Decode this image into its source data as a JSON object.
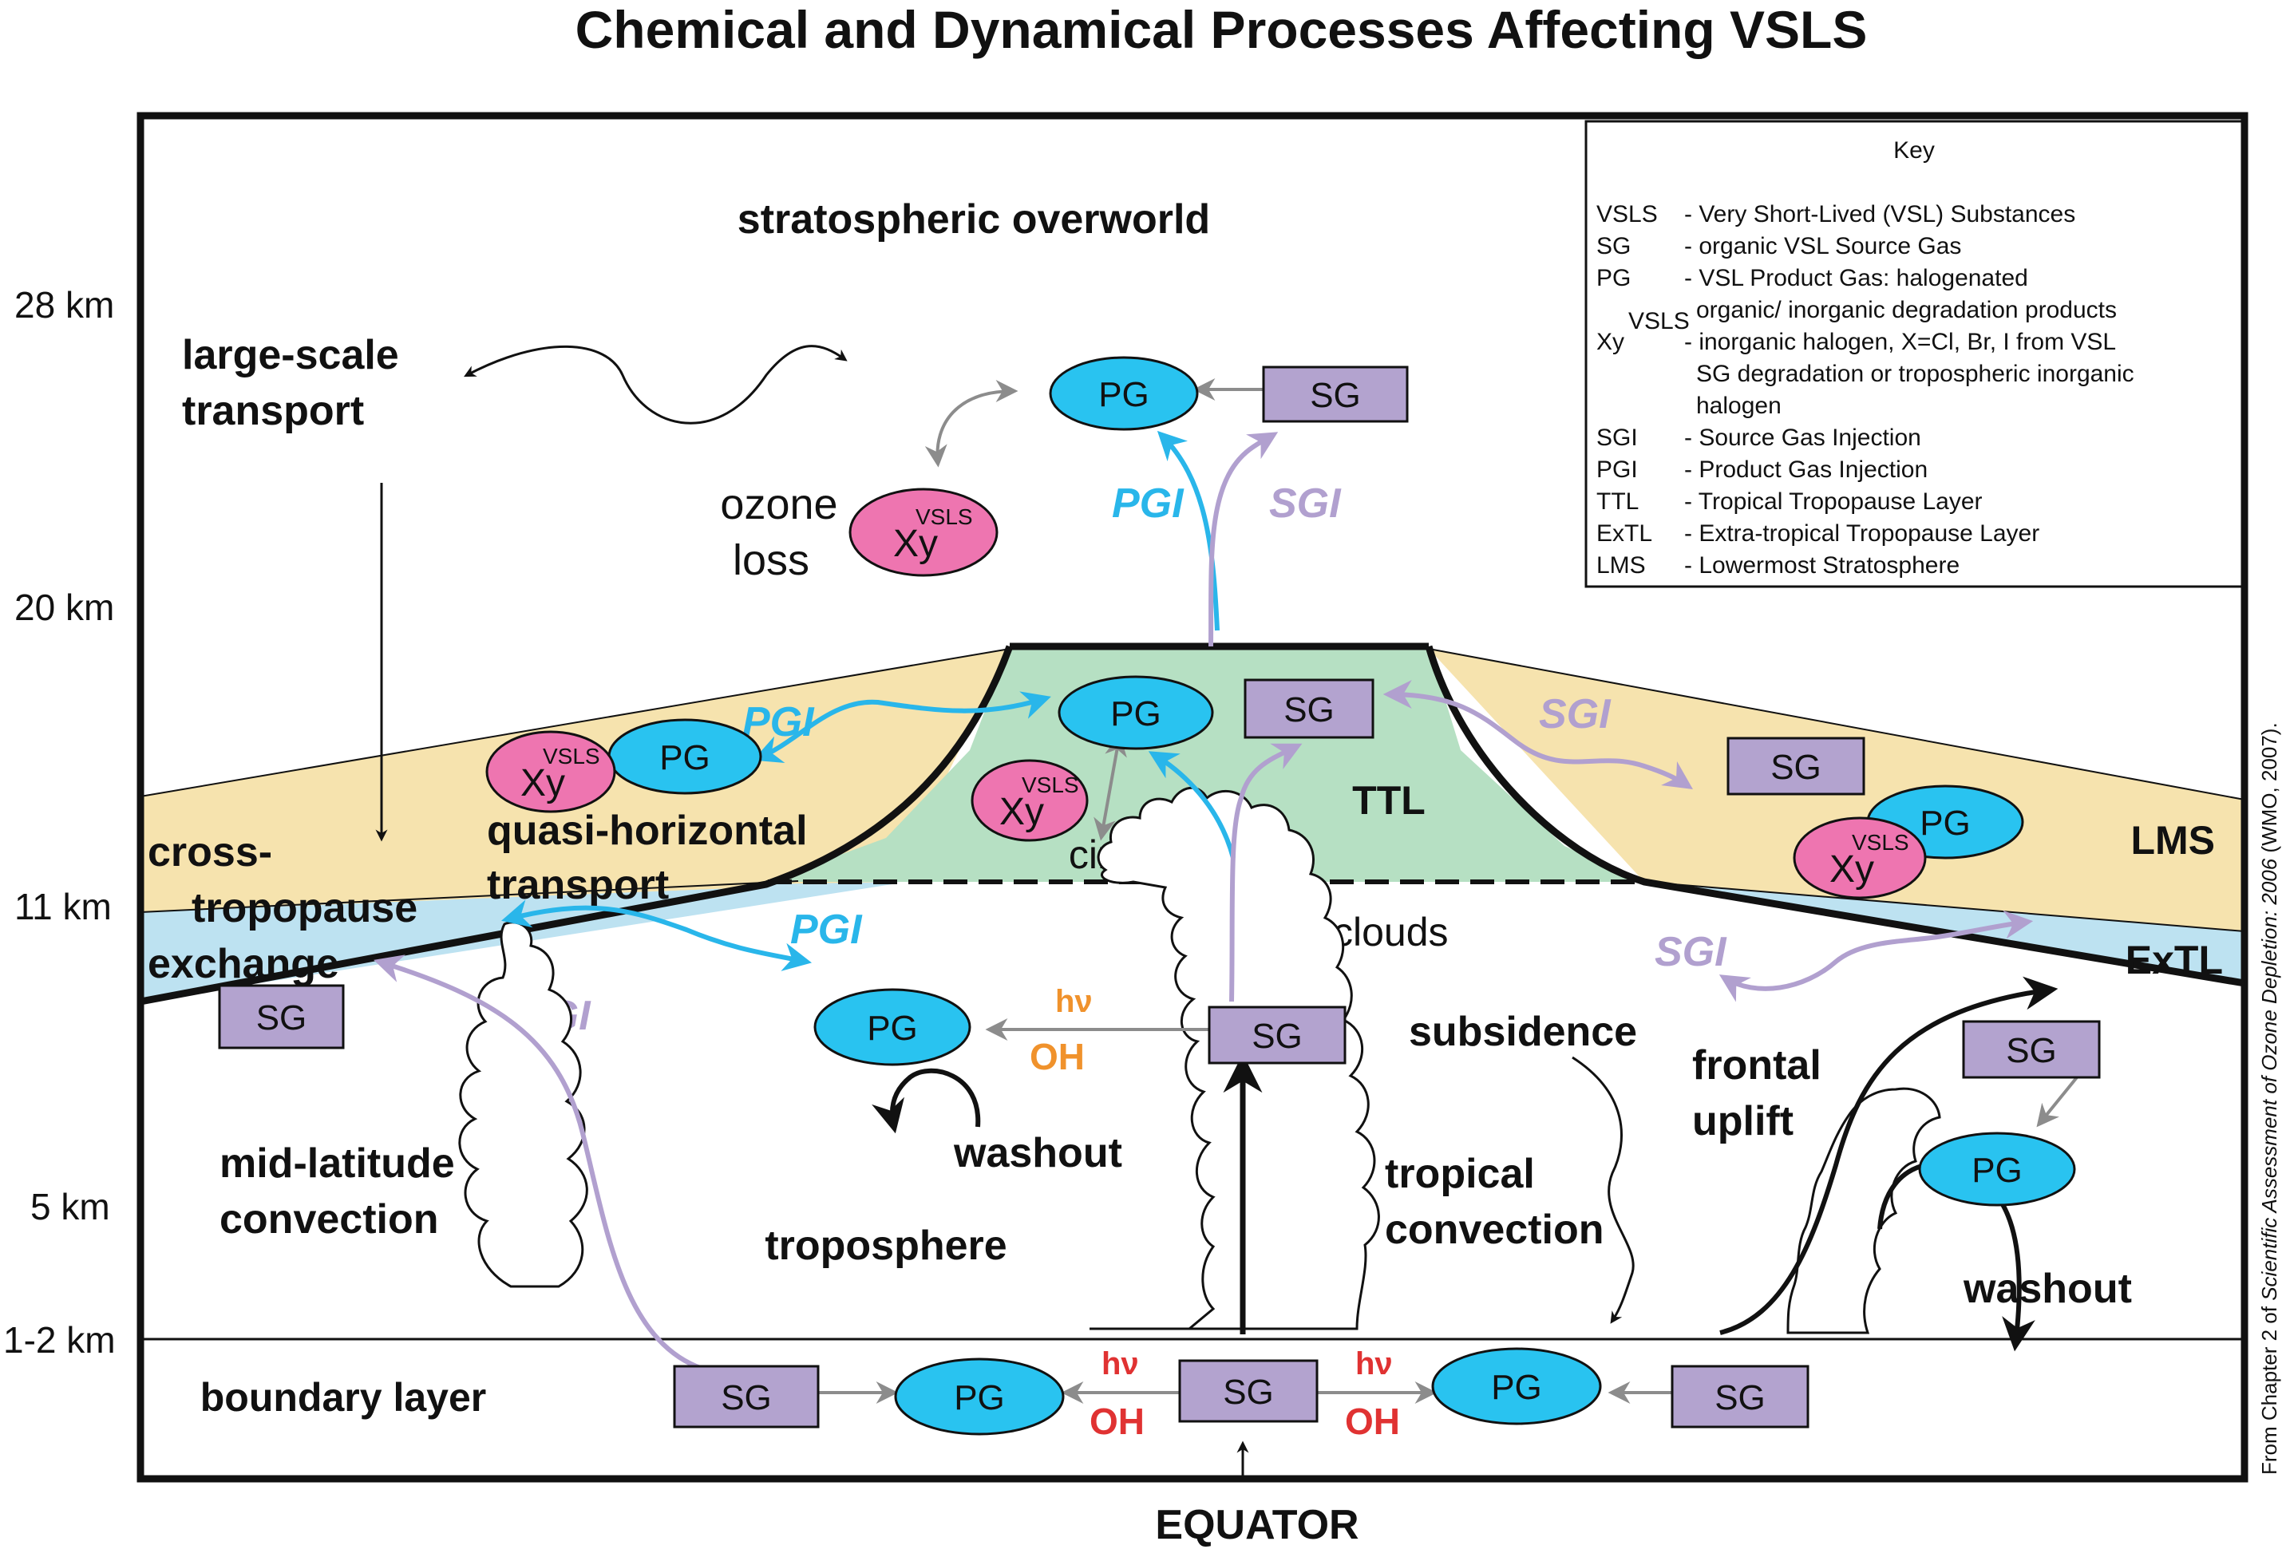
{
  "title": "Chemical and Dynamical Processes Affecting VSLS",
  "altitudes": [
    "28 km",
    "20 km",
    "11 km",
    "5 km",
    "1-2 km"
  ],
  "regions": {
    "overworld": "stratospheric overworld",
    "ttl": "TTL",
    "lms": "LMS",
    "extl": "ExTL",
    "troposphere": "troposphere",
    "boundary_layer": "boundary layer",
    "equator": "EQUATOR"
  },
  "labels": {
    "large_scale_1": "large-scale",
    "large_scale_2": "transport",
    "ozone_1": "ozone",
    "ozone_2": "loss",
    "quasi_1": "quasi-horizontal",
    "quasi_2": "transport",
    "cross_1": "cross-",
    "cross_2": "tropopause",
    "cross_3": "exchange",
    "cirrus": "cirrus",
    "clouds": "clouds",
    "subsidence": "subsidence",
    "mid_1": "mid-latitude",
    "mid_2": "convection",
    "washout": "washout",
    "tropical_1": "tropical",
    "tropical_2": "convection",
    "frontal_1": "frontal",
    "frontal_2": "uplift",
    "hv": "hν",
    "oh": "OH"
  },
  "species": {
    "sg": "SG",
    "pg": "PG",
    "xy": "Xy",
    "vsls_sup": "VSLS",
    "pgi": "PGI",
    "sgi": "SGI"
  },
  "key": {
    "title": "Key",
    "rows": [
      {
        "abbr": "VSLS",
        "desc": "- Very Short-Lived (VSL) Substances"
      },
      {
        "abbr": "SG",
        "desc": "- organic VSL Source Gas"
      },
      {
        "abbr": "PG",
        "desc": "- VSL Product Gas: halogenated"
      },
      {
        "abbr": "",
        "desc": "organic/ inorganic degradation products"
      },
      {
        "abbr": "Xy",
        "desc": "- inorganic halogen, X=Cl, Br, I from VSL"
      },
      {
        "abbr": "",
        "desc": "SG degradation or tropospheric inorganic"
      },
      {
        "abbr": "",
        "desc": "halogen"
      },
      {
        "abbr": "SGI",
        "desc": "- Source Gas Injection"
      },
      {
        "abbr": "PGI",
        "desc": "- Product Gas Injection"
      },
      {
        "abbr": "TTL",
        "desc": "- Tropical Tropopause Layer"
      },
      {
        "abbr": "ExTL",
        "desc": "- Extra-tropical Tropopause Layer"
      },
      {
        "abbr": "LMS",
        "desc": "- Lowermost Stratosphere"
      }
    ]
  },
  "credit": {
    "prefix": "From Chapter 2 of ",
    "italic": "Scientific Assessment of Ozone Depletion: 2006",
    "suffix": " (WMO, 2007)."
  },
  "colors": {
    "pg": "#29c3f0",
    "xy": "#ee75b0",
    "sg": "#b3a3cf",
    "sgi_arrow": "#b1a0cf",
    "ttl": "#b6e0c3",
    "lms": "#f6e3ae",
    "extl": "#bde2f1",
    "hv_mid": "#f0922c",
    "hv_bottom": "#e03232"
  }
}
